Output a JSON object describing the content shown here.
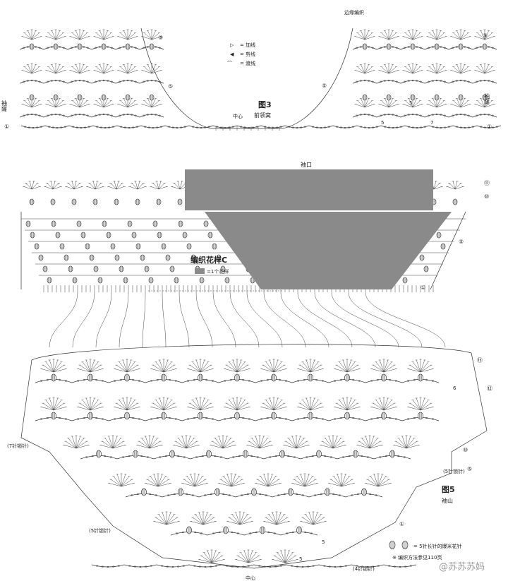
{
  "top": {
    "edge_label": "边缘编织",
    "sleeve_cap_left": "袖窿",
    "sleeve_cap_right": "袖窿",
    "fig3_title": "图3",
    "fig3_subtitle": "前领窝",
    "center_label": "中心",
    "legend": [
      {
        "symbol": "▷",
        "text": "= 加线"
      },
      {
        "symbol": "◀",
        "text": "= 剪线"
      },
      {
        "symbol": "⌒",
        "text": "= 渡线"
      }
    ],
    "row_markers_left": [
      "⑨",
      "⑤",
      "①"
    ],
    "row_markers_right": [
      "⑨",
      "⑤",
      "①"
    ],
    "inner_numbers": [
      "5",
      "7",
      "5",
      "7"
    ]
  },
  "middle": {
    "cuff_label": "袖口",
    "pattern_title": "编织花样C",
    "pattern_legend_text": "=1个花样",
    "pattern_color": "#8a8a8a",
    "row_markers": [
      "⑪",
      "⑩",
      "⑤",
      "①"
    ]
  },
  "bottom": {
    "fig5_title": "图5",
    "fig5_subtitle": "袖山",
    "chain_labels": {
      "left_upper": "(7针锁针)",
      "left_lower": "(5针锁针)",
      "right_upper": "(5针锁针)",
      "bottom_right": "(4针锁针)",
      "bottom_center": "中心"
    },
    "row_markers": [
      "⑮",
      "⑫",
      "⑩",
      "⑤",
      "①"
    ],
    "inner_numbers": [
      "6",
      "5",
      "5"
    ],
    "legend_text": "= 5针长针的爆米花针",
    "note": "※ 编织方法参见110页",
    "watermark": "@苏苏苏妈"
  }
}
